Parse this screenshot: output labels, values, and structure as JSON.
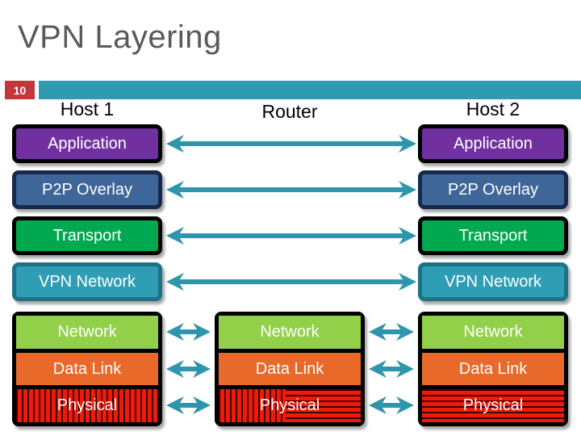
{
  "slide": {
    "title": "VPN Layering",
    "page_number": "10"
  },
  "diagram": {
    "columns": {
      "host1": {
        "header": "Host 1"
      },
      "router": {
        "header": "Router"
      },
      "host2": {
        "header": "Host 2"
      }
    },
    "layers": {
      "application": "Application",
      "p2p_overlay": "P2P Overlay",
      "transport": "Transport",
      "vpn_network": "VPN Network",
      "network": "Network",
      "data_link": "Data Link",
      "physical": "Physical"
    }
  },
  "colors": {
    "title_gray": "#595959",
    "accent_teal": "#2E9BB3",
    "badge_red": "#C4353C",
    "arrow_teal": "#2E96AC",
    "application_purple": "#7030A0",
    "p2p_overlay_blue": "#3E6698",
    "p2p_overlay_border": "#17294D",
    "transport_green": "#00A94F",
    "vpn_network_fill": "#2F9DB3",
    "vpn_network_border": "#1D7286",
    "network_light_green": "#92D04A",
    "data_link_orange": "#E8692A",
    "physical_red": "#EE1B0B"
  }
}
